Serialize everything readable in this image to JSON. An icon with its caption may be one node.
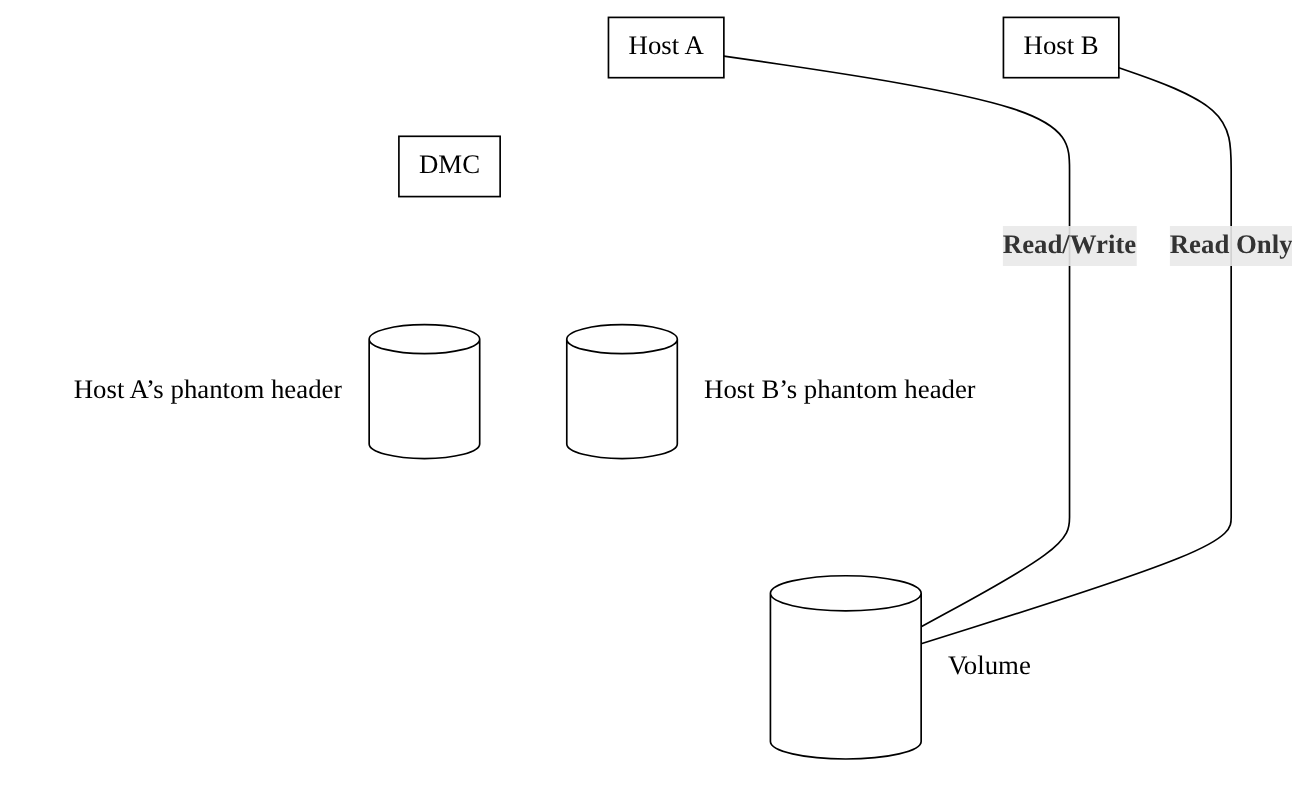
{
  "diagram": {
    "nodes": [
      {
        "text": [
          "Host A"
        ]
      },
      {
        "text": [
          "Host B"
        ]
      },
      {
        "text": [
          "DMC"
        ]
      },
      {
        "text": [],
        "shape": "cylinder",
        "beside": [
          "Host A’s phantom header"
        ]
      },
      {
        "text": [],
        "shape": "cylinder",
        "beside": [
          "Host B’s phantom header"
        ]
      },
      {
        "text": [],
        "shape": "cylinder",
        "beside": [
          "Volume"
        ]
      }
    ],
    "edges": [
      {
        "from": 0,
        "to": 5,
        "arrow": "none",
        "label": "Read/Write"
      },
      {
        "from": 1,
        "to": 5,
        "arrow": "none",
        "label": "Read Only"
      }
    ]
  }
}
